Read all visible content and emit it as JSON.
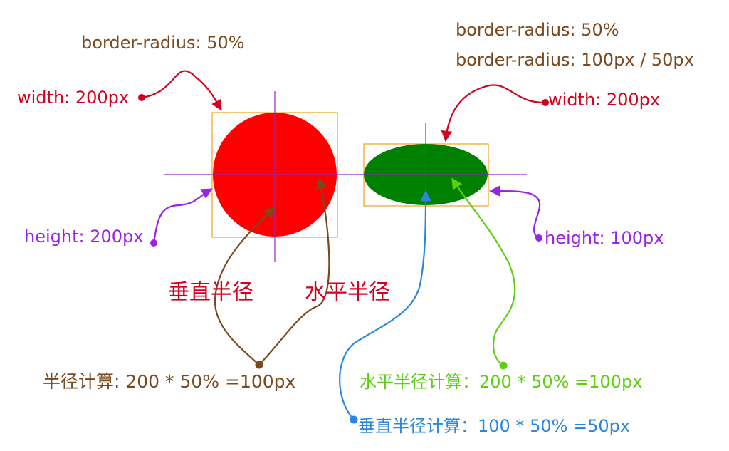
{
  "left": {
    "radius_label": "border-radius: 50%",
    "width_label": "width: 200px",
    "height_label": "height: 200px",
    "vertical_radius_label": "垂直半径",
    "horizontal_radius_label": "水平半径",
    "calc_label": "半径计算: 200 * 50% =100px"
  },
  "right": {
    "radius_label_1": "border-radius: 50%",
    "radius_label_2": "border-radius: 100px / 50px",
    "width_label": "width: 200px",
    "height_label": "height: 100px",
    "horizontal_calc_label": "水平半径计算：200 * 50% =100px",
    "vertical_calc_label": "垂直半径计算：100 * 50% =50px"
  },
  "colors": {
    "circle_fill": "#ff0000",
    "ellipse_fill": "#008000",
    "box_stroke": "#f0a020",
    "axis_stroke": "#9a22c8",
    "brown": "#7a4a1e",
    "red": "#d4001f",
    "purple": "#9a22e6",
    "green": "#5ccf12",
    "blue": "#2b86e0"
  }
}
